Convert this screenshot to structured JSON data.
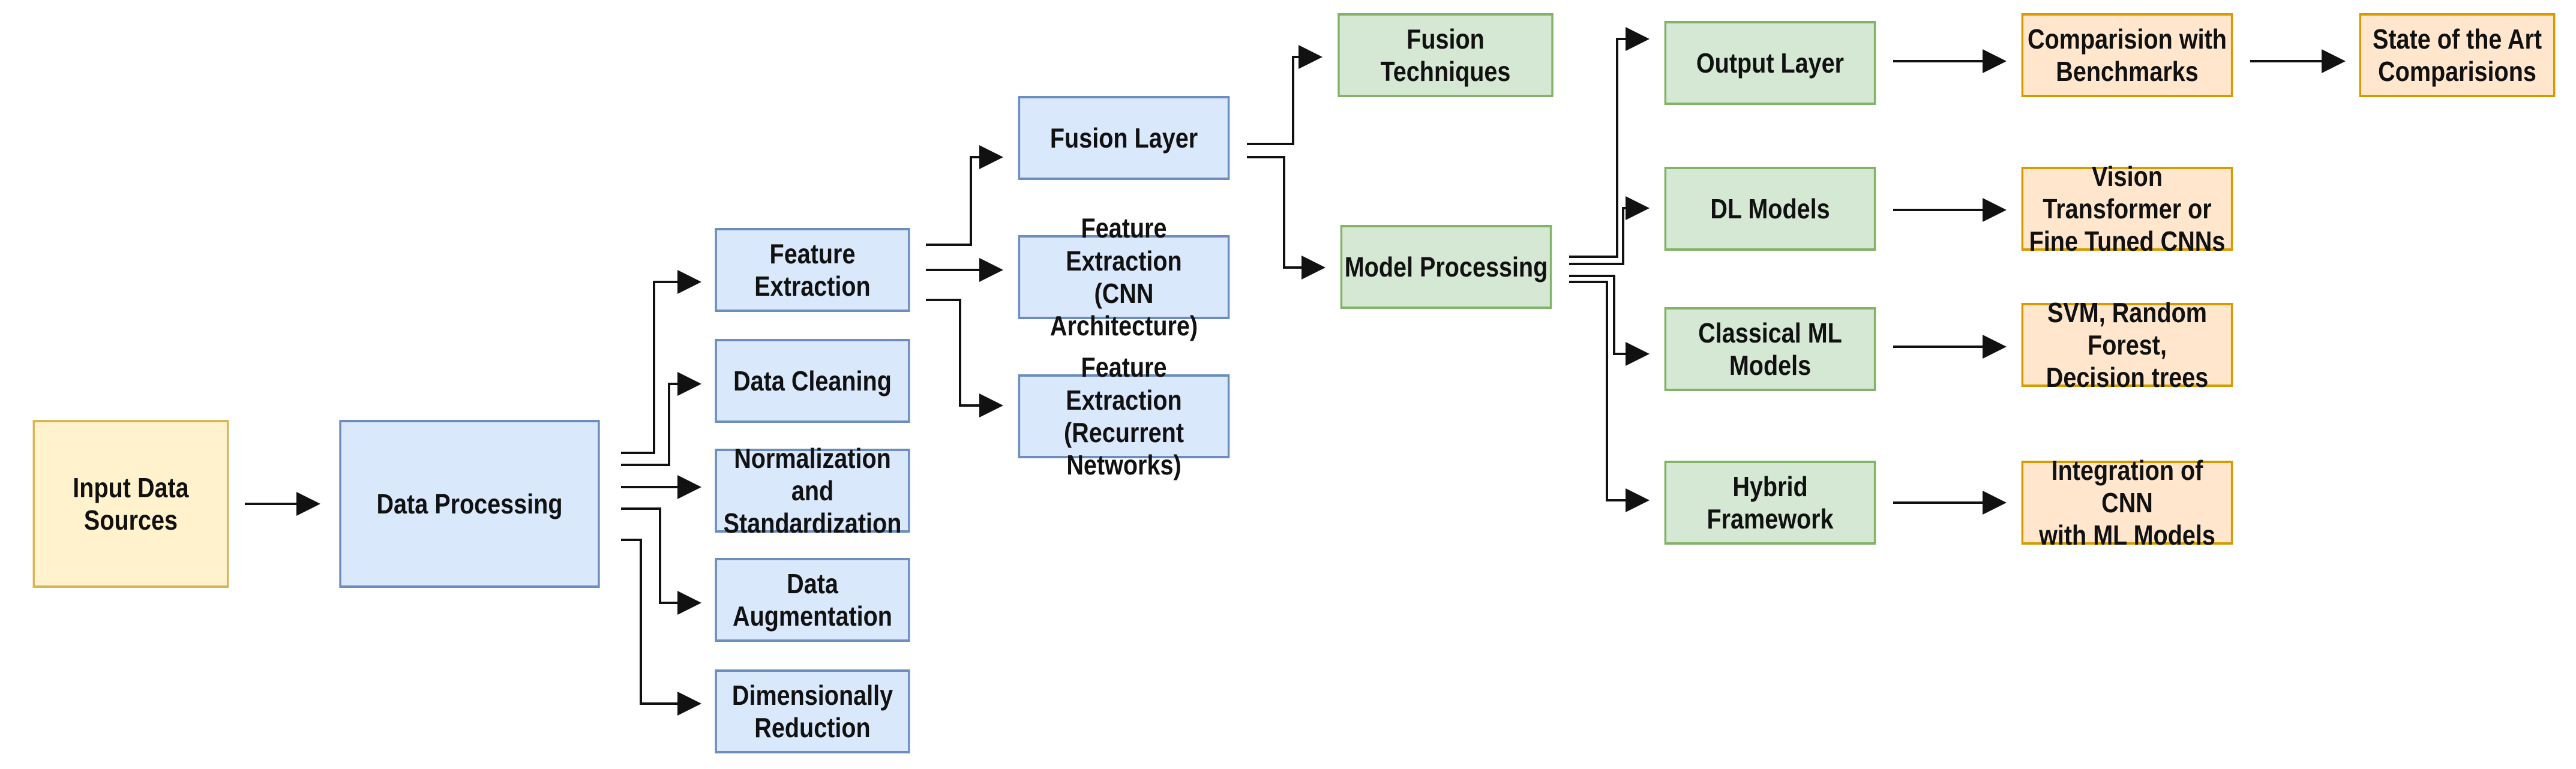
{
  "colors": {
    "input": {
      "fill": "#fff2cc",
      "stroke": "#d6b656"
    },
    "processing": {
      "fill": "#dae8fc",
      "stroke": "#6c8ebf"
    },
    "model": {
      "fill": "#d5e8d4",
      "stroke": "#82b366"
    },
    "result": {
      "fill": "#ffe6cc",
      "stroke": "#d79b00"
    },
    "connector": "#111111"
  },
  "nodes": {
    "input_data_sources": "Input Data\nSources",
    "data_processing": "Data Processing",
    "feature_extraction": "Feature Extraction",
    "data_cleaning": "Data Cleaning",
    "normalization": "Normalization and\nStandardization",
    "data_augmentation": "Data Augmentation",
    "dimensionally_reduction": "Dimensionally\nReduction",
    "fusion_layer": "Fusion Layer",
    "feature_extraction_cnn": "Feature Extraction\n(CNN Architecture)",
    "feature_extraction_rnn": "Feature Extraction\n(Recurrent Networks)",
    "fusion_techniques": "Fusion Techniques",
    "model_processing": "Model Processing",
    "output_layer": "Output Layer",
    "dl_models": "DL Models",
    "classical_ml_models": "Classical ML Models",
    "hybrid_framework": "Hybrid Framework",
    "comparision_benchmarks": "Comparision with\nBenchmarks",
    "state_of_the_art": "State of the Art\nComparisions",
    "vision_transformer": "Vision Transformer or\nFine Tuned CNNs",
    "svm_random_forest": "SVM, Random Forest,\nDecision trees",
    "integration_cnn_ml": "Integration of CNN\nwith ML Models"
  }
}
